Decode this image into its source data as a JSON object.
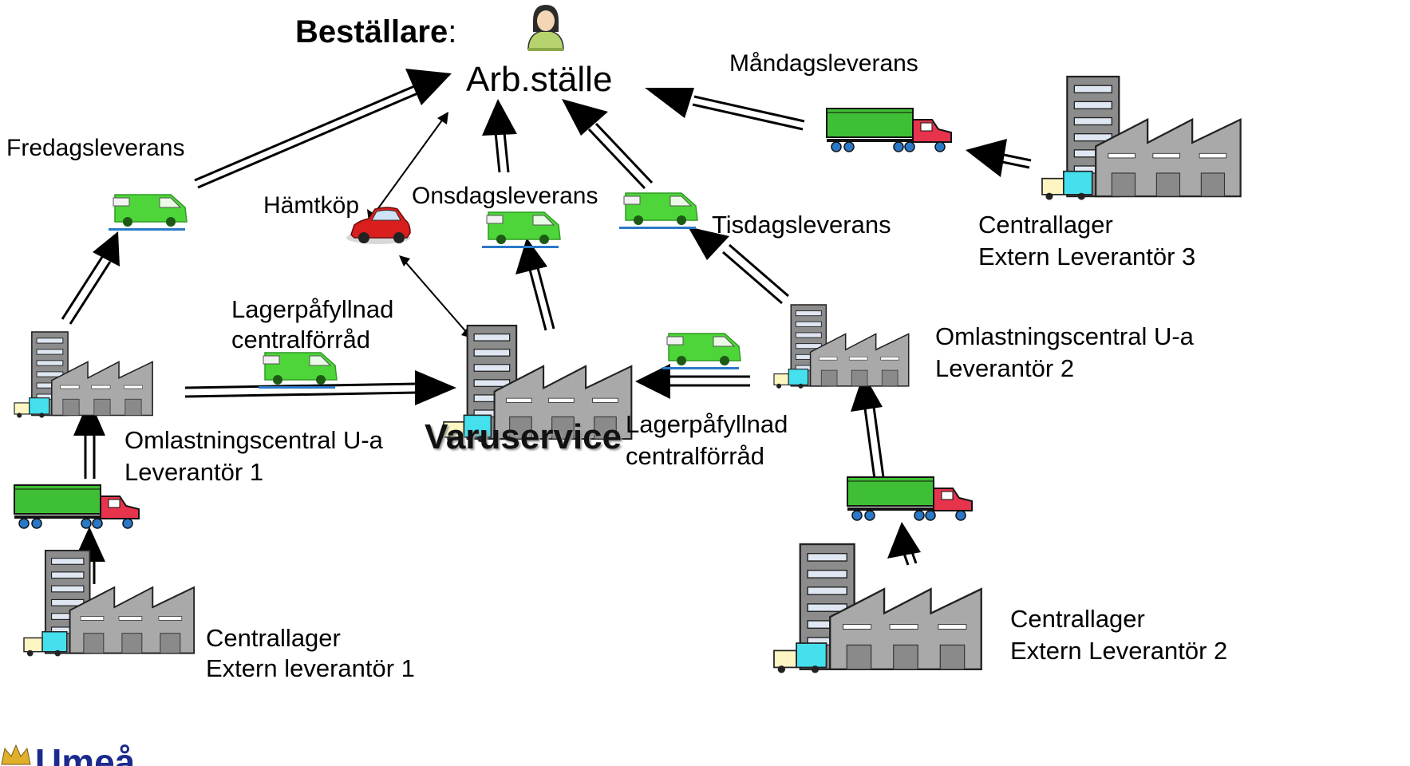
{
  "orderer": {
    "label": "Beställare",
    "suffix": ":",
    "workplace": "Arb.ställe"
  },
  "hub": {
    "name": "Varuservice"
  },
  "deliveries": {
    "monday": "Måndagsleverans",
    "friday": "Fredagsleverans",
    "wednesday": "Onsdagsleverans",
    "tuesday": "Tisdagsleverans",
    "pickup": "Hämtköp"
  },
  "restock_left": {
    "line1": "Lagerpåfyllnad",
    "line2": "centralförråd"
  },
  "restock_right": {
    "line1": "Lagerpåfyllnad",
    "line2": "centralförråd"
  },
  "sites": {
    "central3": {
      "line1": "Centrallager",
      "line2": "Extern Leverantör 3"
    },
    "transship2": {
      "line1": "Omlastningscentral U-a",
      "line2": "Leverantör 2"
    },
    "transship1": {
      "line1": "Omlastningscentral U-a",
      "line2": "Leverantör 1"
    },
    "central1": {
      "line1": "Centrallager",
      "line2": "Extern leverantör 1"
    },
    "central2": {
      "line1": "Centrallager",
      "line2": "Extern Leverantör 2"
    }
  },
  "brand": {
    "text": "Umeå"
  },
  "colors": {
    "van": "#4ed53a",
    "truck_trailer": "#3fbf35",
    "truck_cab": "#e8334d",
    "car": "#d91e1e",
    "factory": "#a9a9a9",
    "tower": "#8c8c8c",
    "person_body": "#b7d36e",
    "arrow": "#000000",
    "brand": "#1b2a8c"
  }
}
